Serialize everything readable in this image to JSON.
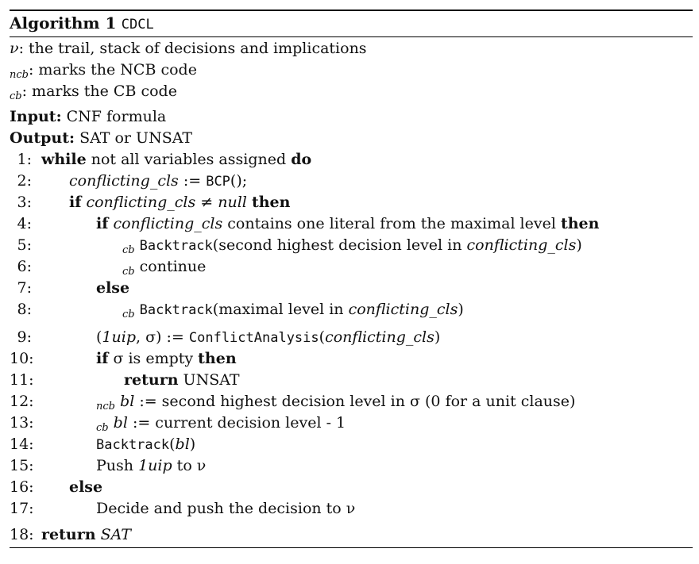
{
  "algorithm": {
    "title_label": "Algorithm 1",
    "title_name": "CDCL"
  },
  "notes": [
    {
      "sym": "ν",
      "text": ": the trail, stack of decisions and implications"
    },
    {
      "sub": "ncb",
      "text": ": marks the NCB code"
    },
    {
      "sub": "cb",
      "text": ": marks the CB code"
    }
  ],
  "io": {
    "input_label": "Input:",
    "input_value": "CNF formula",
    "output_label": "Output:",
    "output_value": "SAT or UNSAT"
  },
  "lines": {
    "l1": {
      "n": "1:",
      "a": "while",
      "b": " not all variables assigned ",
      "c": "do"
    },
    "l2": {
      "n": "2:",
      "a": "conflicting_cls",
      "b": " := ",
      "c": "BCP",
      "d": "();"
    },
    "l3": {
      "n": "3:",
      "a": "if",
      "b": "conflicting_cls",
      "c": " ≠ ",
      "d": "null",
      "e": "then"
    },
    "l4": {
      "n": "4:",
      "a": "if",
      "b": "conflicting_cls",
      "c": " contains one literal from the maximal level ",
      "d": "then"
    },
    "l5": {
      "n": "5:",
      "sub": "cb",
      "a": "Backtrack",
      "b": "(second highest decision level in ",
      "c": "conflicting_cls",
      "d": ")"
    },
    "l6": {
      "n": "6:",
      "sub": "cb",
      "a": "continue"
    },
    "l7": {
      "n": "7:",
      "a": "else"
    },
    "l8": {
      "n": "8:",
      "sub": "cb",
      "a": "Backtrack",
      "b": "(maximal level in ",
      "c": "conflicting_cls",
      "d": ")"
    },
    "l9": {
      "n": "9:",
      "a": "(",
      "b": "1uip",
      "c": ", σ) := ",
      "d": "ConflictAnalysis",
      "e": "(",
      "f": "conflicting_cls",
      "g": ")"
    },
    "l10": {
      "n": "10:",
      "a": "if",
      "b": " σ is empty ",
      "c": "then"
    },
    "l11": {
      "n": "11:",
      "a": "return",
      "b": " UNSAT"
    },
    "l12": {
      "n": "12:",
      "sub": "ncb",
      "a": "bl",
      "b": " := second highest decision level in σ (0 for a unit clause)"
    },
    "l13": {
      "n": "13:",
      "sub": "cb",
      "a": "bl",
      "b": " := current decision level - 1"
    },
    "l14": {
      "n": "14:",
      "a": "Backtrack",
      "b": "(",
      "c": "bl",
      "d": ")"
    },
    "l15": {
      "n": "15:",
      "a": "Push ",
      "b": "1uip",
      "c": " to ν"
    },
    "l16": {
      "n": "16:",
      "a": "else"
    },
    "l17": {
      "n": "17:",
      "a": "Decide and push the decision to ν"
    },
    "l18": {
      "n": "18:",
      "a": "return",
      "b": "SAT"
    }
  }
}
